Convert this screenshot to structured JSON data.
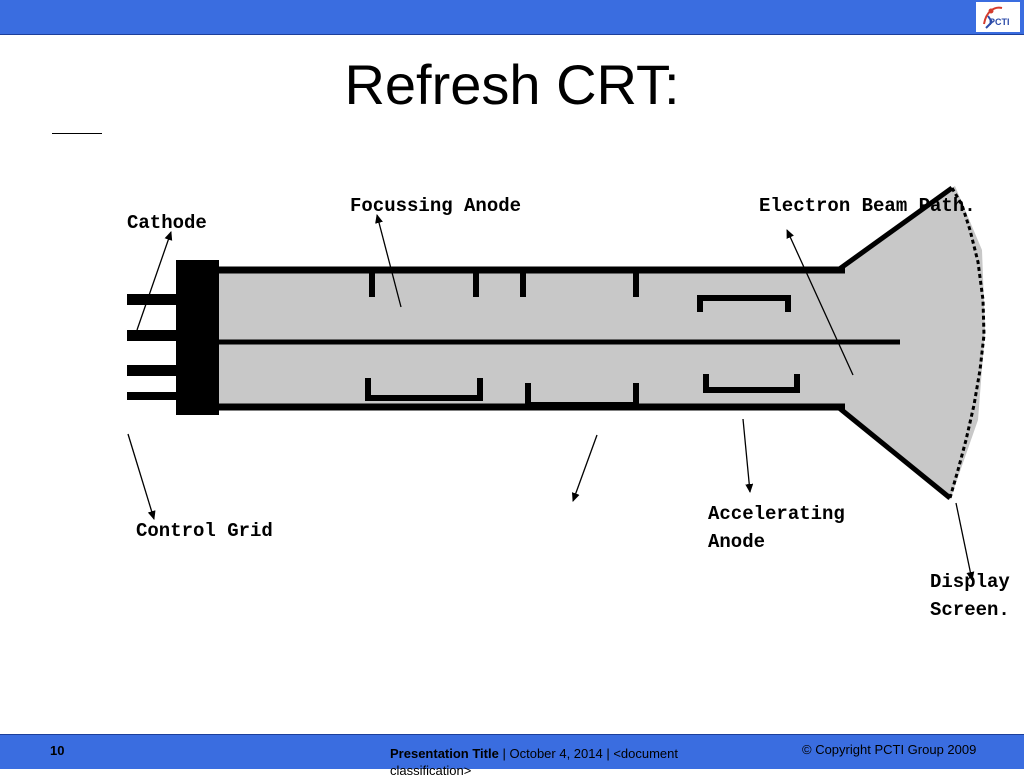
{
  "header": {
    "logo_text": "PCTI"
  },
  "slide": {
    "title": "Refresh CRT:"
  },
  "diagram": {
    "labels": {
      "cathode": "Cathode",
      "focussing_anode": "Focussing Anode",
      "electron_beam_path": "Electron Beam Path.",
      "control_grid": "Control Grid",
      "accelerating_anode_line1": "Accelerating",
      "accelerating_anode_line2": "Anode",
      "display_screen_line1": "Display",
      "display_screen_line2": "Screen."
    }
  },
  "footer": {
    "page_number": "10",
    "presentation_title": "Presentation Title",
    "separator": "|",
    "date_text": "October 4, 2014 | <document classification>",
    "copyright": "© Copyright  PCTI Group 2009"
  },
  "colors": {
    "bar_blue": "#3a6de0",
    "tube_gray": "#c8c8c8",
    "ink": "#000000"
  }
}
